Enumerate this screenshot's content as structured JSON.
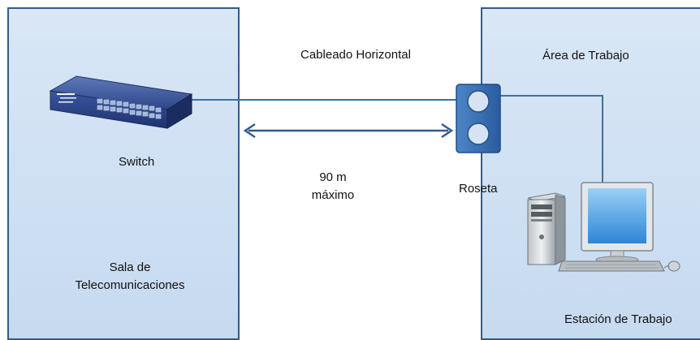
{
  "labels": {
    "horizontal_cabling": "Cableado Horizontal",
    "work_area": "Área de Trabajo",
    "switch": "Switch",
    "distance_line1": "90 m",
    "distance_line2": "máximo",
    "outlet": "Roseta",
    "telecom_room_line1": "Sala de",
    "telecom_room_line2": "Telecomunicaciones",
    "workstation": "Estación de Trabajo"
  },
  "colors": {
    "panel_border": "#2f5d8c",
    "panel_fill": "#d4e4f5",
    "cable": "#3f6f9f",
    "arrow": "#2f5d8c"
  },
  "icons": [
    "switch-icon",
    "wall-outlet-icon",
    "computer-tower-icon",
    "monitor-icon",
    "keyboard-icon",
    "mouse-icon"
  ]
}
